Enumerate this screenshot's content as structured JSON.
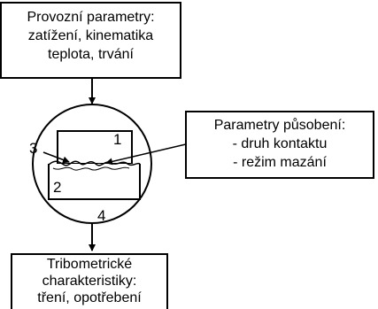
{
  "operating_params": {
    "line1": "Provozní parametry:",
    "line2": "zatížení, kinematika",
    "line3": "teplota, trvání"
  },
  "action_params": {
    "line1": "Parametry působení:",
    "line2": "- druh kontaktu",
    "line3": "- režim mazání"
  },
  "tribometric": {
    "line1": "Tribometrické",
    "line2": "charakteristiky:",
    "line3": "tření, opotřebení"
  },
  "labels": {
    "one": "1",
    "two": "2",
    "three": "3",
    "four": "4"
  }
}
